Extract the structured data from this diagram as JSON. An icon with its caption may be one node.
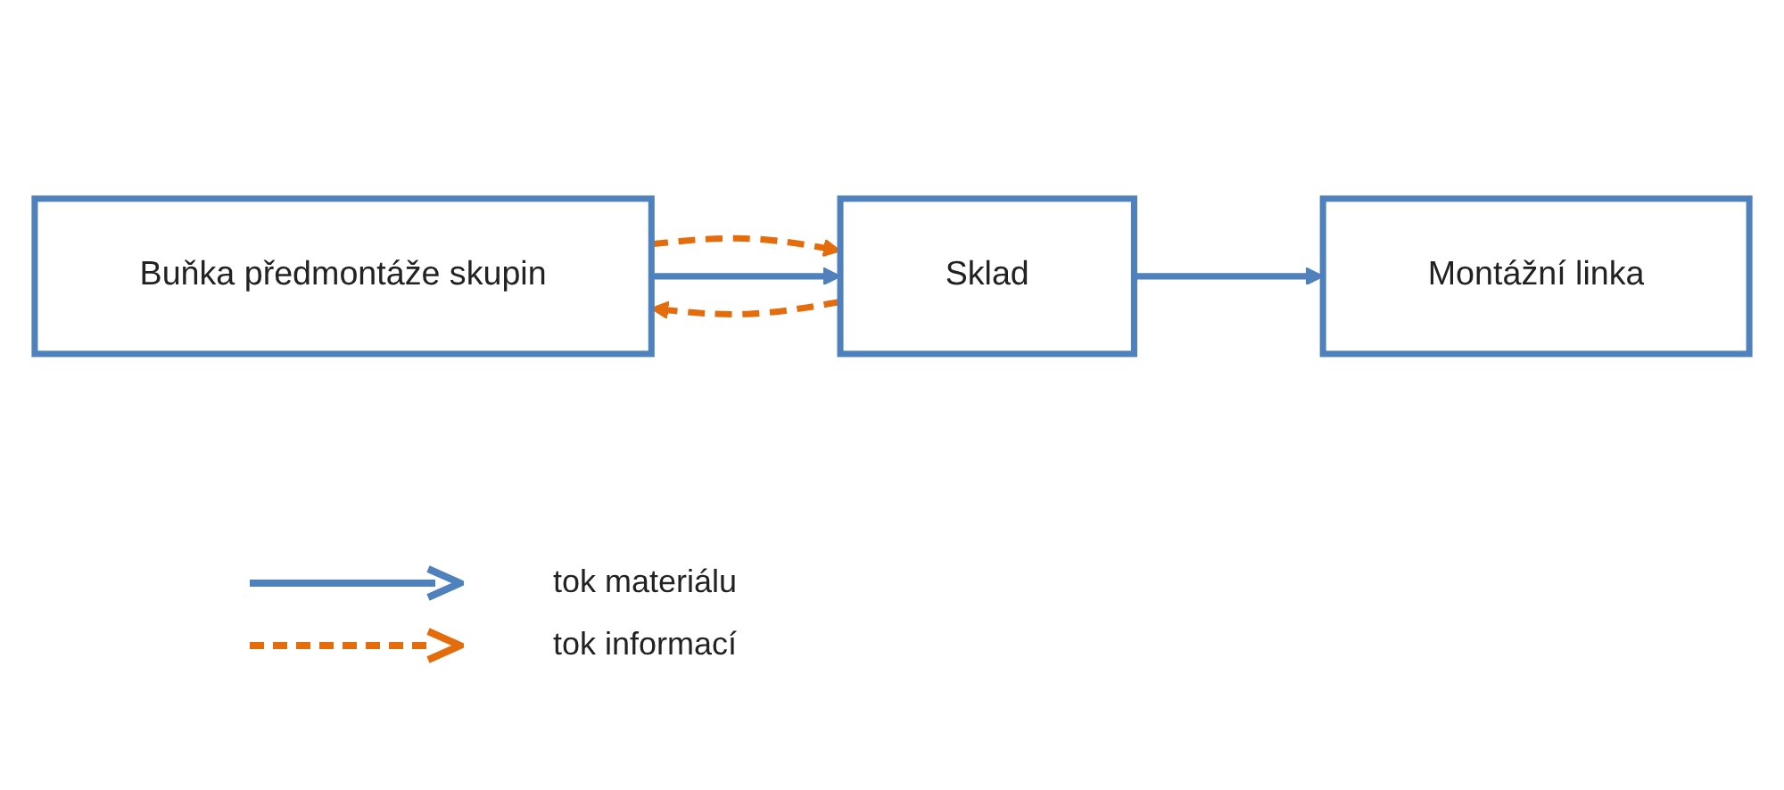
{
  "diagram": {
    "nodes": [
      {
        "text": [
          "Buňka předmontáže skupin"
        ]
      },
      {
        "text": [
          "Sklad"
        ]
      },
      {
        "text": [
          "Montážní linka"
        ]
      }
    ],
    "edges": [
      {
        "from": 0,
        "to": 1,
        "arrow": "to",
        "style": "dashed",
        "color": "#e46c0a"
      },
      {
        "from": 1,
        "to": 0,
        "arrow": "to",
        "style": "dashed",
        "color": "#e46c0a"
      },
      {
        "from": 0,
        "to": 1,
        "arrow": "to",
        "color": "#4f81bd"
      },
      {
        "from": 1,
        "to": 2,
        "arrow": "to",
        "color": "#4f81bd"
      }
    ],
    "legend": [
      {
        "text": "tok materiálu"
      },
      {
        "text": "tok informací"
      }
    ]
  }
}
